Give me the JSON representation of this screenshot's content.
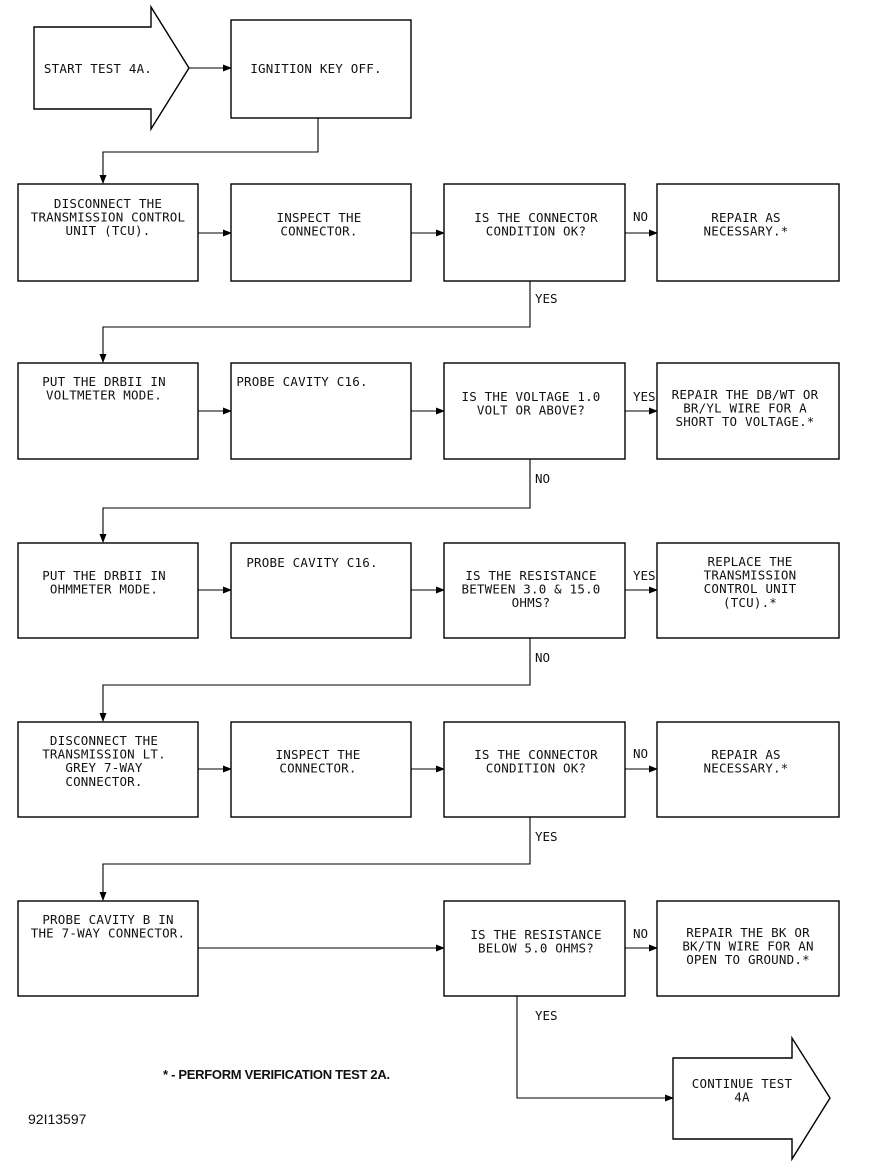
{
  "nodes": {
    "start": [
      "START TEST 4A."
    ],
    "ignition": [
      "IGNITION KEY OFF."
    ],
    "disconnect_tcu": [
      "DISCONNECT THE",
      "TRANSMISSION CONTROL",
      "UNIT (TCU)."
    ],
    "inspect1": [
      "INSPECT THE",
      "CONNECTOR."
    ],
    "q_connector1": [
      "IS THE CONNECTOR",
      "CONDITION OK?"
    ],
    "repair1": [
      "REPAIR AS",
      "NECESSARY.*"
    ],
    "drb_volt": [
      "PUT THE DRBII IN",
      "VOLTMETER MODE."
    ],
    "probe_c16_a": [
      "PROBE CAVITY C16."
    ],
    "q_voltage": [
      "IS THE VOLTAGE 1.0",
      "VOLT OR ABOVE?"
    ],
    "repair_short": [
      "REPAIR THE DB/WT OR",
      "BR/YL WIRE FOR A",
      "SHORT TO VOLTAGE.*"
    ],
    "drb_ohm": [
      "PUT THE DRBII IN",
      "OHMMETER MODE."
    ],
    "probe_c16_b": [
      "PROBE CAVITY C16."
    ],
    "q_resistance1": [
      "IS THE RESISTANCE",
      "BETWEEN 3.0 & 15.0",
      "OHMS?"
    ],
    "replace_tcu": [
      "REPLACE THE",
      "TRANSMISSION",
      "CONTROL UNIT",
      "(TCU).*"
    ],
    "disconnect_7way": [
      "DISCONNECT THE",
      "TRANSMISSION LT.",
      "GREY 7-WAY",
      "CONNECTOR."
    ],
    "inspect2": [
      "INSPECT THE",
      "CONNECTOR."
    ],
    "q_connector2": [
      "IS THE CONNECTOR",
      "CONDITION OK?"
    ],
    "repair2": [
      "REPAIR AS",
      "NECESSARY.*"
    ],
    "probe_b": [
      "PROBE CAVITY B IN",
      "THE 7-WAY CONNECTOR."
    ],
    "q_resistance2": [
      "IS THE RESISTANCE",
      "BELOW 5.0 OHMS?"
    ],
    "repair_open": [
      "REPAIR THE BK OR",
      "BK/TN WIRE FOR AN",
      "OPEN TO GROUND.*"
    ],
    "continue": [
      "CONTINUE TEST",
      "4A"
    ]
  },
  "labels": {
    "no1": "NO",
    "yes1": "YES",
    "yes2": "YES",
    "no2": "NO",
    "yes3": "YES",
    "no3": "NO",
    "no4": "NO",
    "yes4": "YES",
    "no5": "NO",
    "yes5": "YES"
  },
  "footnote": "* - PERFORM VERIFICATION TEST 2A.",
  "figure_id": "92I13597"
}
